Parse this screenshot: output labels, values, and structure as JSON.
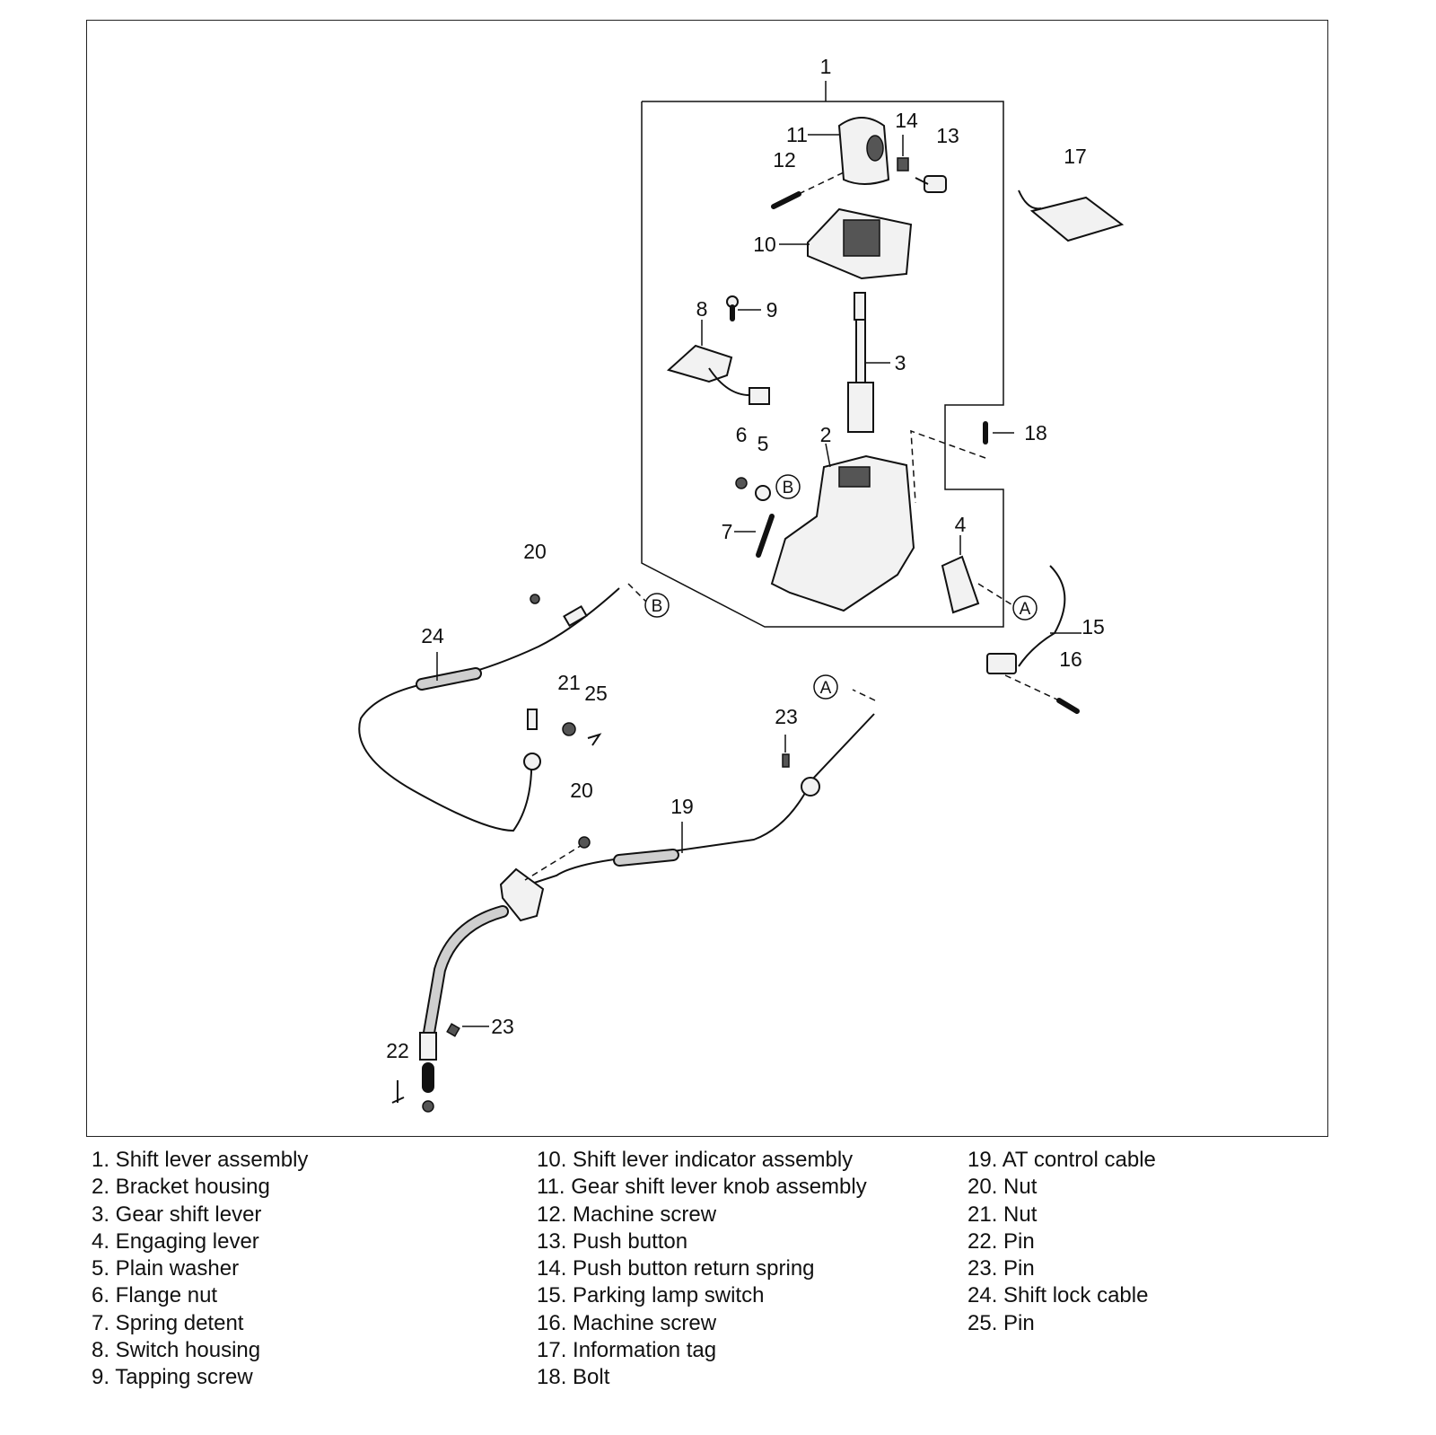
{
  "callouts": {
    "c1": "1",
    "c2": "2",
    "c3": "3",
    "c4": "4",
    "c5": "5",
    "c6": "6",
    "c7": "7",
    "c8": "8",
    "c9": "9",
    "c10": "10",
    "c11": "11",
    "c12": "12",
    "c13": "13",
    "c14": "14",
    "c15": "15",
    "c16": "16",
    "c17": "17",
    "c18": "18",
    "c19": "19",
    "c20a": "20",
    "c20b": "20",
    "c21": "21",
    "c22": "22",
    "c23a": "23",
    "c23b": "23",
    "c24": "24",
    "c25": "25"
  },
  "connectors": {
    "a1": "A",
    "a2": "A",
    "b1": "B",
    "b2": "B"
  },
  "legend": {
    "col1": [
      "1. Shift lever assembly",
      "2. Bracket housing",
      "3. Gear shift lever",
      "4. Engaging lever",
      "5. Plain washer",
      "6. Flange nut",
      "7. Spring detent",
      "8. Switch housing",
      "9. Tapping screw"
    ],
    "col2": [
      "10. Shift lever indicator assembly",
      "11. Gear shift lever knob assembly",
      "12. Machine screw",
      "13. Push button",
      "14. Push button return spring",
      "15. Parking lamp switch",
      "16. Machine screw",
      "17. Information tag",
      "18. Bolt"
    ],
    "col3": [
      "19. AT control cable",
      "20. Nut",
      "21. Nut",
      "22. Pin",
      "23. Pin",
      "24. Shift lock cable",
      "25. Pin"
    ]
  }
}
